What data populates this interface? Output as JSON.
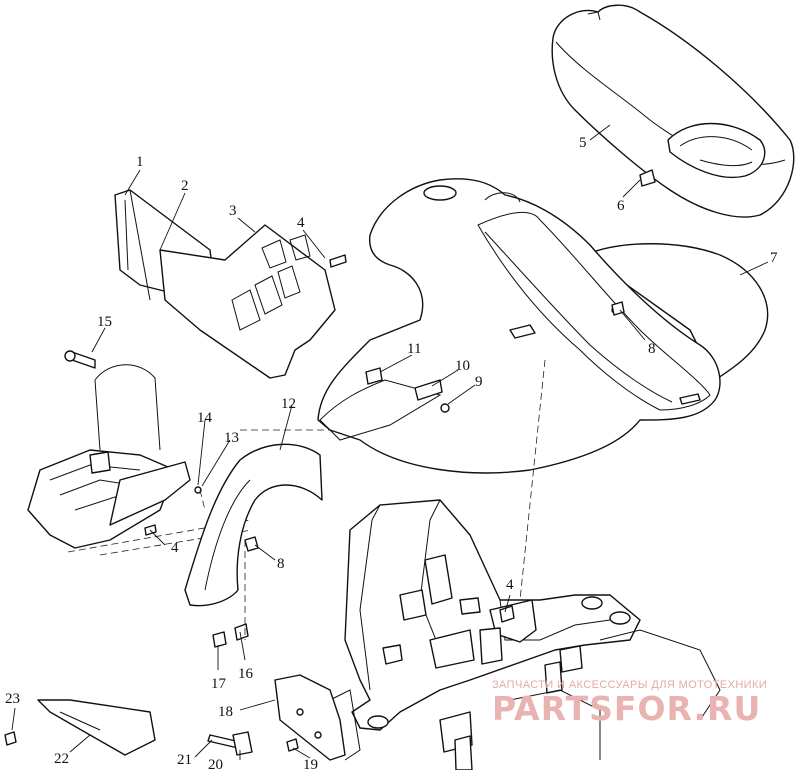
{
  "callouts": [
    {
      "id": "c1",
      "label": "1"
    },
    {
      "id": "c2",
      "label": "2"
    },
    {
      "id": "c3",
      "label": "3"
    },
    {
      "id": "c4a",
      "label": "4"
    },
    {
      "id": "c4b",
      "label": "4"
    },
    {
      "id": "c4c",
      "label": "4"
    },
    {
      "id": "c5",
      "label": "5"
    },
    {
      "id": "c6",
      "label": "6"
    },
    {
      "id": "c7",
      "label": "7"
    },
    {
      "id": "c8a",
      "label": "8"
    },
    {
      "id": "c8b",
      "label": "8"
    },
    {
      "id": "c9",
      "label": "9"
    },
    {
      "id": "c10",
      "label": "10"
    },
    {
      "id": "c11",
      "label": "11"
    },
    {
      "id": "c12",
      "label": "12"
    },
    {
      "id": "c13",
      "label": "13"
    },
    {
      "id": "c14",
      "label": "14"
    },
    {
      "id": "c15",
      "label": "15"
    },
    {
      "id": "c16",
      "label": "16"
    },
    {
      "id": "c17",
      "label": "17"
    },
    {
      "id": "c18",
      "label": "18"
    },
    {
      "id": "c19",
      "label": "19"
    },
    {
      "id": "c20",
      "label": "20"
    },
    {
      "id": "c21",
      "label": "21"
    },
    {
      "id": "c22",
      "label": "22"
    },
    {
      "id": "c23",
      "label": "23"
    }
  ],
  "watermark": {
    "tagline": "ЗАПЧАСТИ И АКСЕССУАРЫ ДЛЯ МОТОТЕХНИКИ",
    "brand": "PARTSFOR.RU"
  }
}
